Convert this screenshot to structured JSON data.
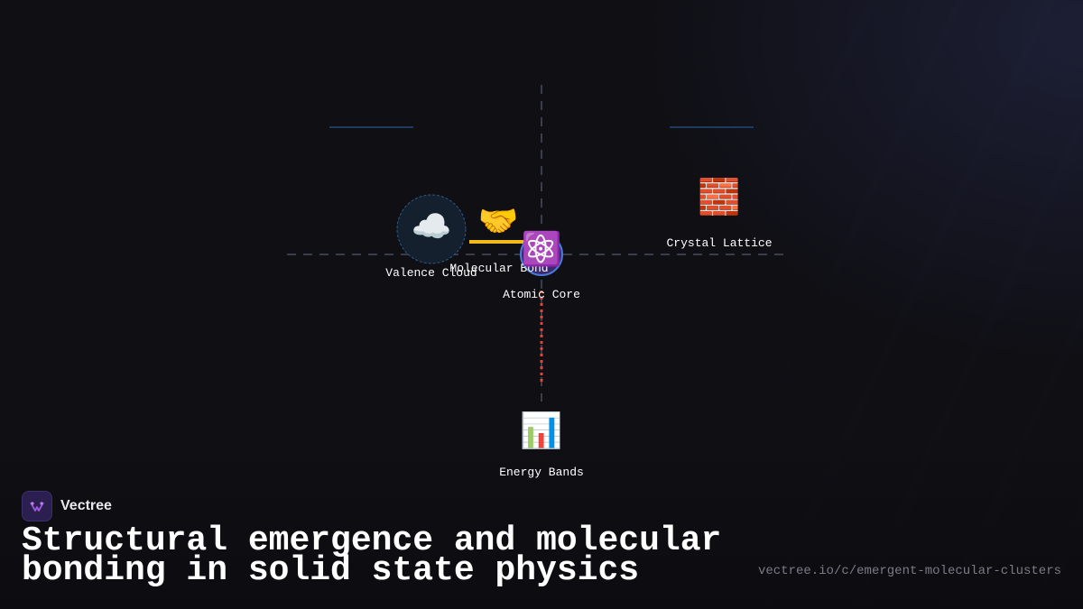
{
  "brand": {
    "name": "Vectree"
  },
  "headline": "Structural emergence and molecular bonding in solid state physics",
  "url": "vectree.io/c/emergent-molecular-clusters",
  "diagram": {
    "nodes": {
      "valence_cloud": {
        "label": "Valence Cloud",
        "icon": "cloud-icon",
        "glyph": "☁️"
      },
      "molecular_bond": {
        "label": "Molecular Bond",
        "icon": "handshake-icon",
        "glyph": "🤝"
      },
      "atomic_core": {
        "label": "Atomic Core",
        "icon": "atom-icon",
        "glyph": "⚛️"
      },
      "crystal_lattice": {
        "label": "Crystal Lattice",
        "icon": "brick-icon",
        "glyph": "🧱"
      },
      "energy_bands": {
        "label": "Energy Bands",
        "icon": "bar-chart-icon",
        "glyph": "📊"
      }
    },
    "colors": {
      "bond_link": "#f2b91c",
      "energy_link": "#e0453a",
      "axis": "#3a3d4a",
      "accent_bar": "#1e3a5f",
      "core_ring": "#4a7bd8",
      "core_fill": "#6a3fb0",
      "cloud_ring": "#2c5b8a"
    }
  }
}
